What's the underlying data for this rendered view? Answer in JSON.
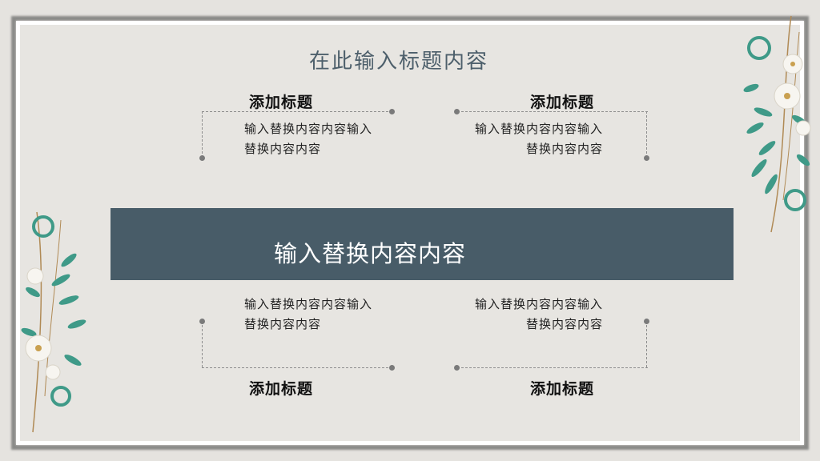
{
  "slide": {
    "title": "在此输入标题内容",
    "banner_text": "输入替换内容内容",
    "blocks": [
      {
        "position": "top-left",
        "heading": "添加标题",
        "line1": "输入替换内容内容输入",
        "line2": "替换内容内容"
      },
      {
        "position": "top-right",
        "heading": "添加标题",
        "line1": "输入替换内容内容输入",
        "line2": "替换内容内容"
      },
      {
        "position": "bottom-left",
        "heading": "添加标题",
        "line1": "输入替换内容内容输入",
        "line2": "替换内容内容"
      },
      {
        "position": "bottom-right",
        "heading": "添加标题",
        "line1": "输入替换内容内容输入",
        "line2": "替换内容内容"
      }
    ],
    "colors": {
      "background": "#e7e5e1",
      "banner": "#485c68",
      "title": "#4d5f6b",
      "connector": "#8e8e8e",
      "leaf": "#3f9a88"
    }
  }
}
